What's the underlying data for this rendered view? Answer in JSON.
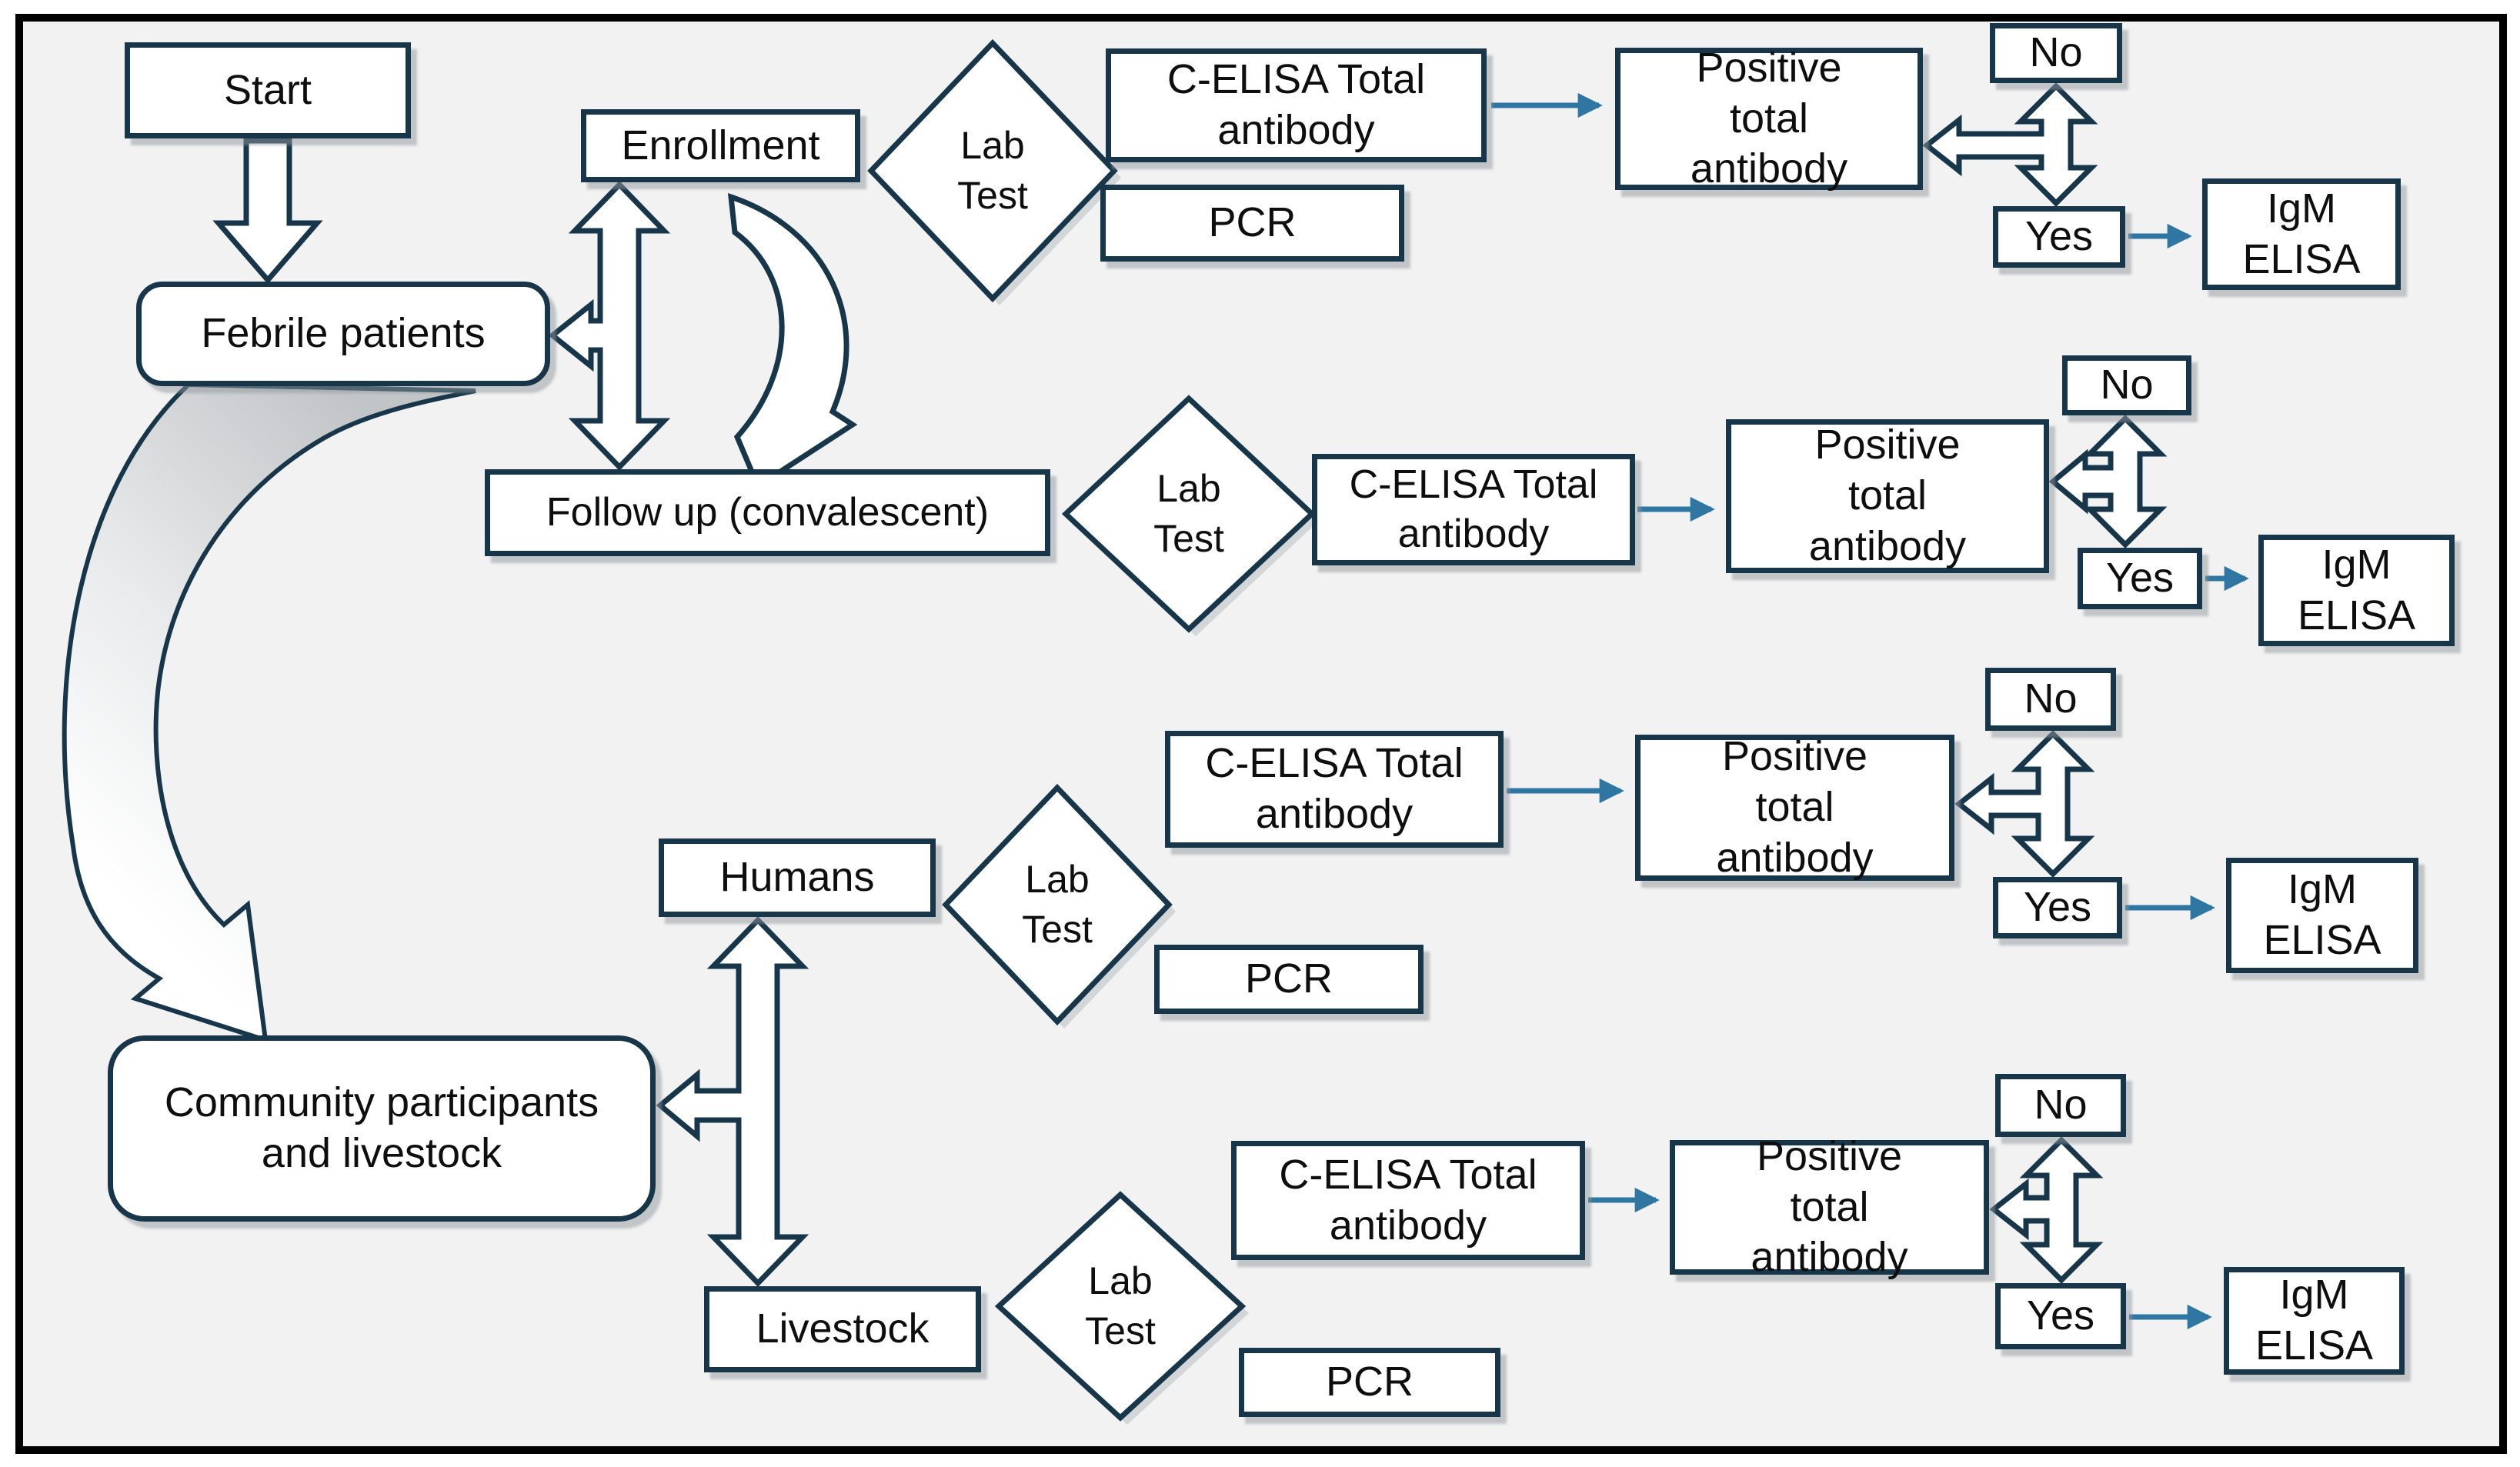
{
  "colors": {
    "outer_background": "#ffffff",
    "canvas_background": "#f2f2f2",
    "frame_border": "#000000",
    "node_border": "#17364a",
    "node_fill": "#ffffff",
    "connector_blue": "#2f76a3",
    "swoosh_gray": "#c2c5c7",
    "text": "#0e0e0e"
  },
  "nodes": {
    "start": {
      "label": "Start"
    },
    "febrile_patients": {
      "label": "Febrile patients"
    },
    "enrollment": {
      "label": "Enrollment"
    },
    "follow_up": {
      "label": "Follow up (convalescent)"
    },
    "community": {
      "label": "Community participants and livestock"
    },
    "humans": {
      "label": "Humans"
    },
    "livestock": {
      "label": "Livestock"
    },
    "lab_test_enrollment": {
      "label": "Lab Test"
    },
    "lab_test_follow_up": {
      "label": "Lab Test"
    },
    "lab_test_humans": {
      "label": "Lab Test"
    },
    "lab_test_livestock": {
      "label": "Lab Test"
    },
    "celisa_enrollment": {
      "label": "C-ELISA Total antibody"
    },
    "celisa_follow_up": {
      "label": "C-ELISA Total antibody"
    },
    "celisa_humans": {
      "label": "C-ELISA Total antibody"
    },
    "celisa_livestock": {
      "label": "C-ELISA Total antibody"
    },
    "pcr_enrollment": {
      "label": "PCR"
    },
    "pcr_humans": {
      "label": "PCR"
    },
    "pcr_livestock": {
      "label": "PCR"
    },
    "positive_enrollment": {
      "label": "Positive total antibody"
    },
    "positive_follow_up": {
      "label": "Positive total antibody"
    },
    "positive_humans": {
      "label": "Positive total antibody"
    },
    "positive_livestock": {
      "label": "Positive total antibody"
    },
    "no_enrollment": {
      "label": "No"
    },
    "yes_enrollment": {
      "label": "Yes"
    },
    "no_follow_up": {
      "label": "No"
    },
    "yes_follow_up": {
      "label": "Yes"
    },
    "no_humans": {
      "label": "No"
    },
    "yes_humans": {
      "label": "Yes"
    },
    "no_livestock": {
      "label": "No"
    },
    "yes_livestock": {
      "label": "Yes"
    },
    "igm_enrollment": {
      "label": "IgM ELISA"
    },
    "igm_follow_up": {
      "label": "IgM ELISA"
    },
    "igm_humans": {
      "label": "IgM ELISA"
    },
    "igm_livestock": {
      "label": "IgM ELISA"
    }
  }
}
